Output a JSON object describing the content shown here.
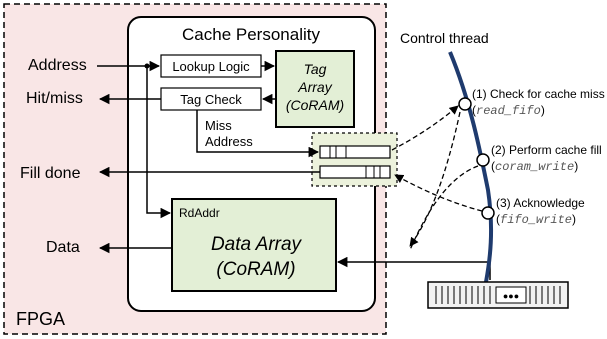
{
  "fpga": {
    "label": "FPGA",
    "cache_personality": {
      "title": "Cache Personality",
      "lookup_logic": "Lookup Logic",
      "tag_check": "Tag Check",
      "tag_array": {
        "line1": "Tag",
        "line2": "Array",
        "line3": "(CoRAM)"
      },
      "data_array": {
        "rdaddr": "RdAddr",
        "line1": "Data Array",
        "line2": "(CoRAM)"
      },
      "miss_address": {
        "line1": "Miss",
        "line2": "Address"
      }
    },
    "signals": {
      "address": "Address",
      "hit_miss": "Hit/miss",
      "fill_done": "Fill done",
      "data": "Data"
    }
  },
  "control_thread": {
    "title": "Control thread",
    "steps": [
      {
        "label": "(1) Check for cache miss",
        "code_prefix": "(",
        "code": "read_fifo",
        "code_suffix": ")"
      },
      {
        "label": "(2) Perform cache fill",
        "code_prefix": "(",
        "code": "coram_write",
        "code_suffix": ")"
      },
      {
        "label": "(3) Acknowledge",
        "code_prefix": "(",
        "code": "fifo_write",
        "code_suffix": ")"
      }
    ]
  },
  "memory_device": {
    "dots": "●●●"
  },
  "colors": {
    "fpga_fill": "#f9e6e6",
    "array_fill": "#e3efd6",
    "fifo_group_fill": "#ecf2dc",
    "thread_color": "#1f3b6e",
    "code_color": "#555555"
  }
}
